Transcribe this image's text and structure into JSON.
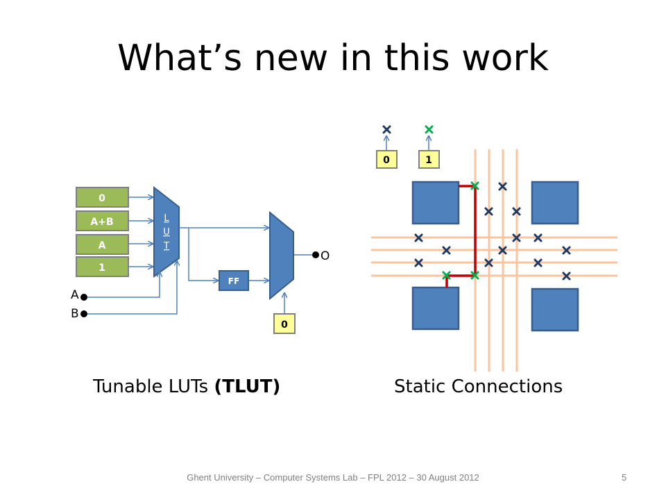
{
  "title": "What’s new in this work",
  "tlut": {
    "caption_prefix": "Tunable LUTs ",
    "caption_bold": "(TLUT)",
    "config_cells": [
      "0",
      "A+B",
      "A",
      "1"
    ],
    "lut_label": [
      "L",
      "U",
      "T"
    ],
    "ff_label": "FF",
    "mux_select_value": "0",
    "inputs": [
      "A",
      "B"
    ],
    "output": "O"
  },
  "static": {
    "caption": "Static Connections",
    "bits": [
      "0",
      "1"
    ]
  },
  "footer": "Ghent University – Computer Systems Lab – FPL 2012 – 30 August 2012",
  "page_number": "5",
  "colors": {
    "cell_green": "#9bbb59",
    "cell_yellow": "#ffff99",
    "block_blue": "#4f81bd",
    "block_border": "#385d8a",
    "wire_orange": "#f9c49e",
    "route_red": "#c00000",
    "switch_dark": "#1f3864",
    "switch_green": "#00b050"
  }
}
